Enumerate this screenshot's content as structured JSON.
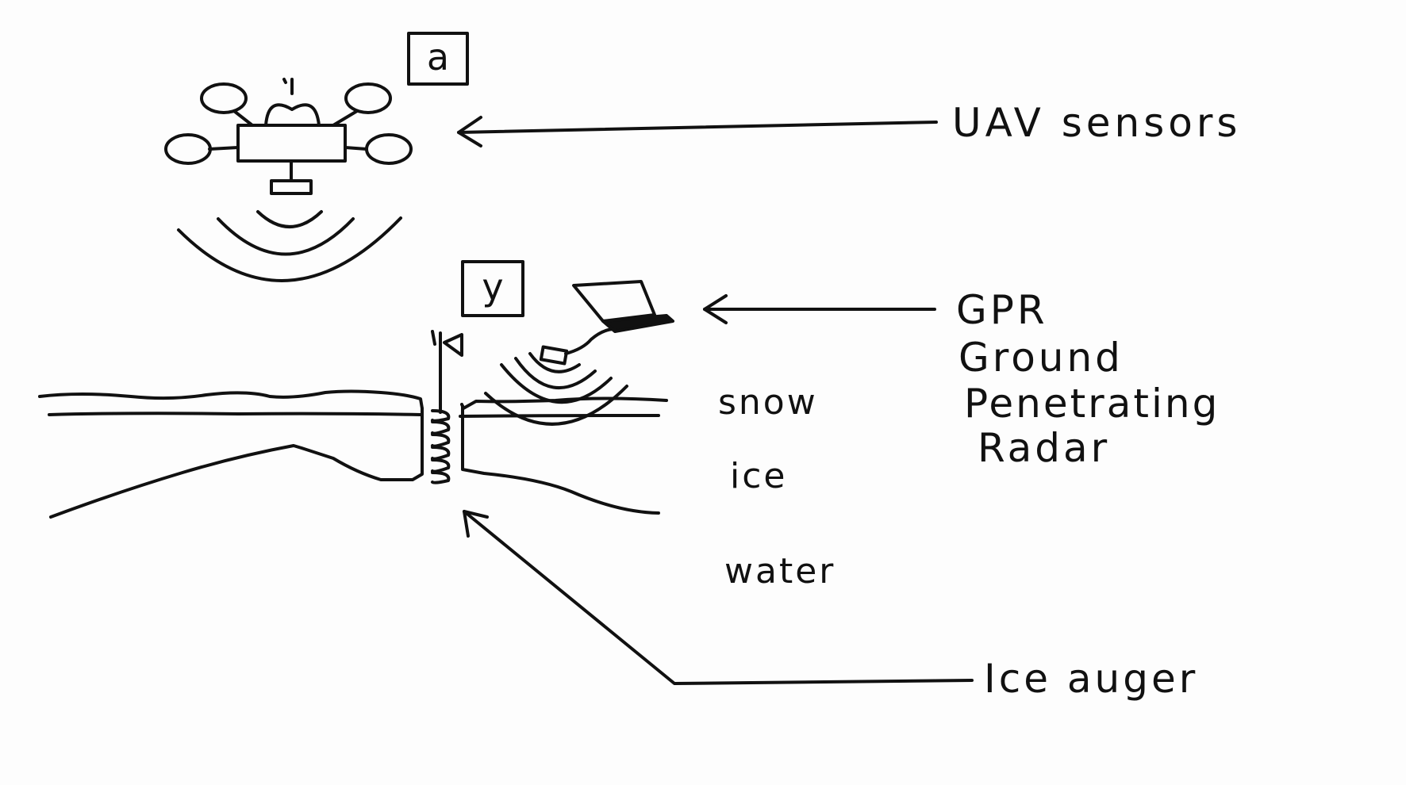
{
  "diagram": {
    "panel_labels": {
      "drone_panel": "a",
      "ground_panel": "y"
    },
    "callouts": {
      "uav": "UAV sensors",
      "gpr_lines": [
        "GPR",
        "Ground",
        "Penetrating",
        "Radar"
      ],
      "auger": "Ice auger"
    },
    "layers": {
      "snow": "snow",
      "ice": "ice",
      "water": "water"
    }
  }
}
